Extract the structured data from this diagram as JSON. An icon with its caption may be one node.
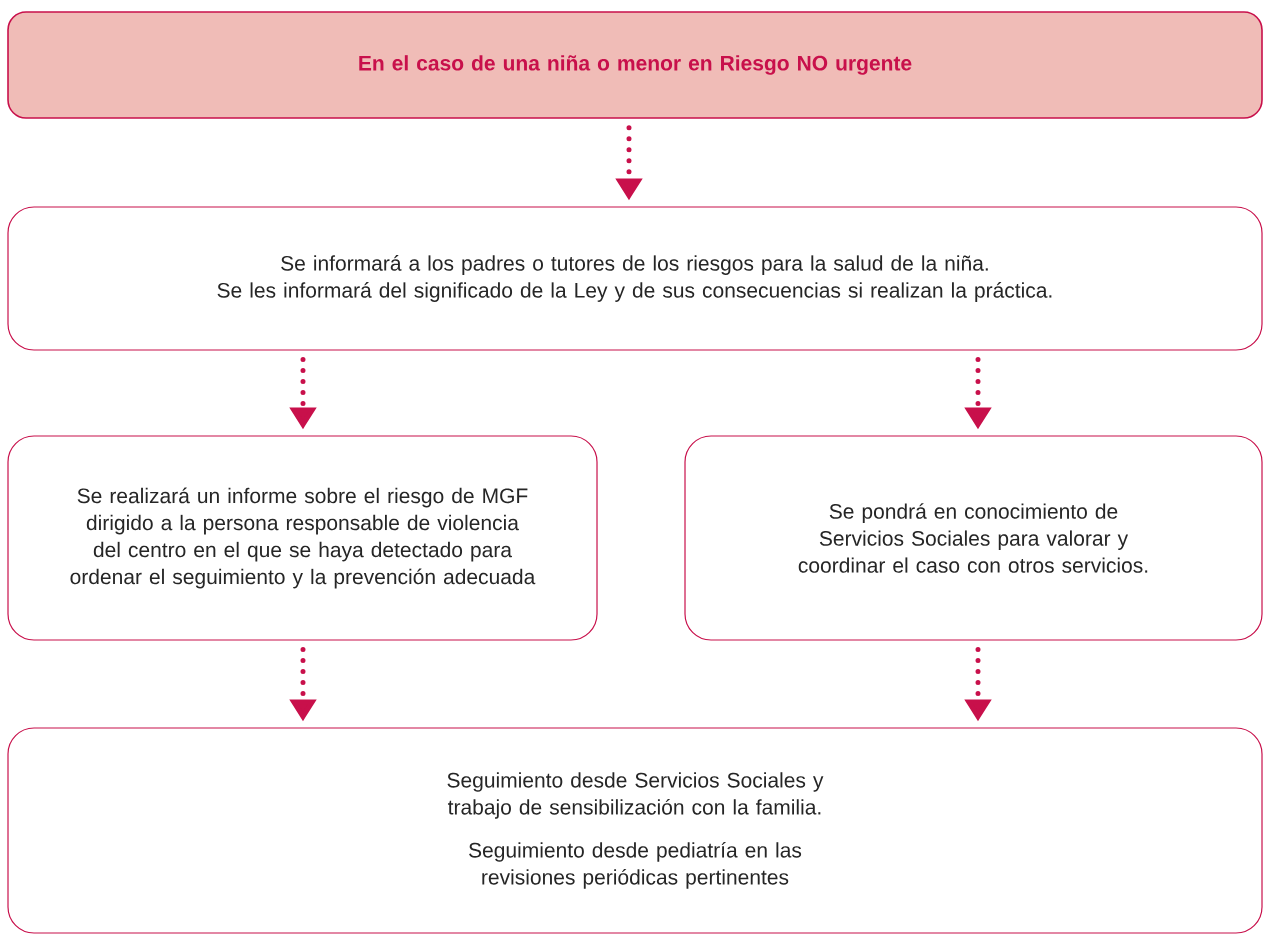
{
  "diagram": {
    "nodes": [
      {
        "text": [
          "En el caso de una niña o menor en Riesgo NO urgente"
        ]
      },
      {
        "text": [
          "Se informará a los padres o tutores de los riesgos para la salud de la niña.",
          "Se les informará del significado de la Ley y de sus consecuencias si realizan la práctica."
        ]
      },
      {
        "text": [
          "Se realizará un informe sobre el riesgo de MGF dirigido a la persona responsable de violencia del centro en el que se haya detectado para ordenar el seguimiento y la prevención adecuada"
        ]
      },
      {
        "text": [
          "Se pondrá en conocimiento de Servicios Sociales para valorar y coordinar el caso con otros servicios."
        ]
      },
      {
        "text": [
          "Seguimiento desde Servicios Sociales y trabajo de sensibilización con la familia.",
          "Seguimiento desde pediatría en las revisiones periódicas pertinentes"
        ]
      }
    ],
    "edges": [
      {
        "from": 0,
        "to": 1,
        "arrow": "to"
      },
      {
        "from": 1,
        "to": 2,
        "arrow": "to"
      },
      {
        "from": 1,
        "to": 3,
        "arrow": "to"
      },
      {
        "from": 2,
        "to": 4,
        "arrow": "to"
      },
      {
        "from": 3,
        "to": 4,
        "arrow": "to"
      }
    ]
  }
}
